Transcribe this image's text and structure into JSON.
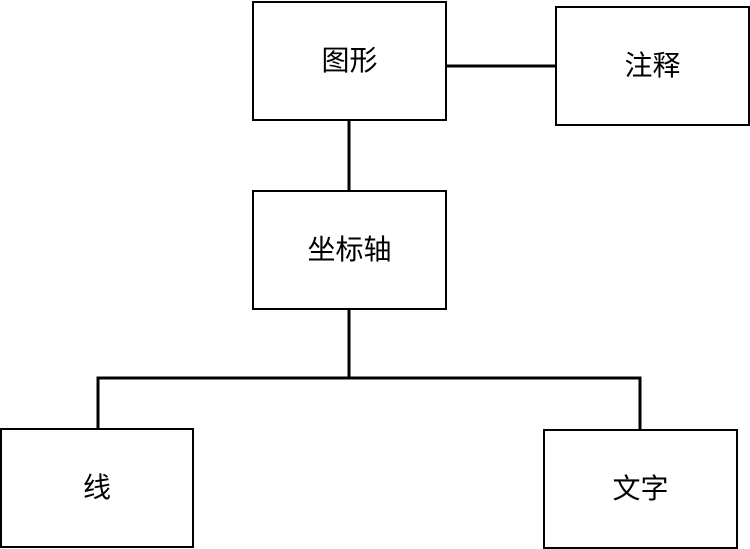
{
  "diagram": {
    "nodes": {
      "figure": "图形",
      "annotation": "注释",
      "axes": "坐标轴",
      "line": "线",
      "text": "文字"
    },
    "edges": [
      {
        "from": "figure",
        "to": "annotation"
      },
      {
        "from": "figure",
        "to": "axes"
      },
      {
        "from": "axes",
        "to": "line"
      },
      {
        "from": "axes",
        "to": "text"
      }
    ]
  }
}
